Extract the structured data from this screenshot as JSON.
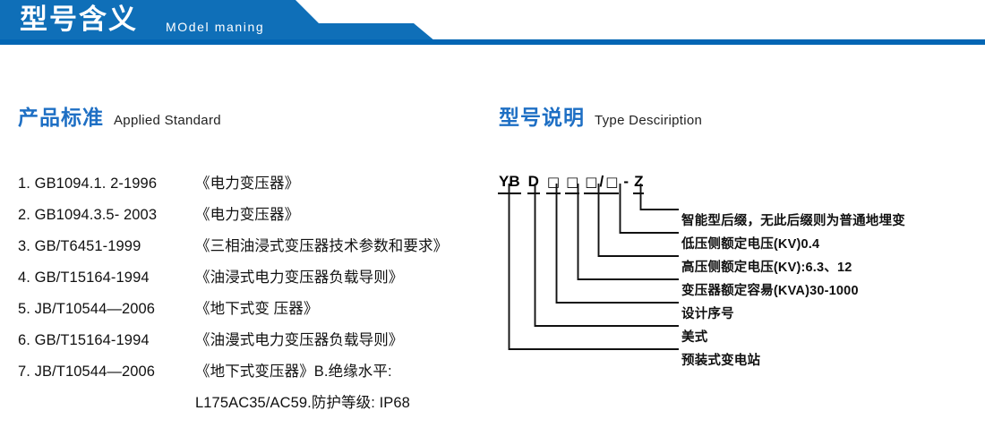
{
  "header": {
    "title_zh": "型号含义",
    "title_en": "MOdel maning",
    "band_color": "#0F6FB8",
    "underline_color": "#0366B4"
  },
  "sections": {
    "applied_standard": {
      "heading_zh": "产品标准",
      "heading_en": "Applied Standard",
      "heading_color": "#1E6FC4",
      "items": [
        {
          "code": "1. GB1094.1. 2-1996",
          "name": "《电力变压器》"
        },
        {
          "code": "2. GB1094.3.5- 2003",
          "name": "《电力变压器》"
        },
        {
          "code": "3. GB/T6451-1999",
          "name": "《三相油浸式变压器技术参数和要求》"
        },
        {
          "code": "4. GB/T15164-1994",
          "name": "《油浸式电力变压器负载导则》"
        },
        {
          "code": "5. JB/T10544—2006",
          "name": "《地下式变 压器》"
        },
        {
          "code": "6. GB/T15164-1994",
          "name": "《油漫式电力变压器负载导则》"
        },
        {
          "code": "7. JB/T10544—2006",
          "name": "《地下式变压器》B.绝缘水平:"
        },
        {
          "code": "",
          "name": "L175AC35/AC59.防护等级: IP68"
        }
      ]
    },
    "type_description": {
      "heading_zh": "型号说明",
      "heading_en": "Type Desciription",
      "heading_color": "#1E6FC4",
      "code_segments": [
        {
          "text": "YB"
        },
        {
          "text": "D"
        },
        {
          "text": "□"
        },
        {
          "text": "□"
        },
        {
          "text": "□"
        },
        {
          "text": "□"
        },
        {
          "text": "Z"
        }
      ],
      "code_display": "YB D □□□/□ - Z",
      "labels": [
        "智能型后缀，无此后缀则为普通地埋变",
        "低压侧额定电压(KV)0.4",
        "高压侧额定电压(KV):6.3、12",
        "变压器额定容昜(KVA)30-1000",
        "设计序号",
        "美式",
        "预装式变电站"
      ]
    }
  }
}
